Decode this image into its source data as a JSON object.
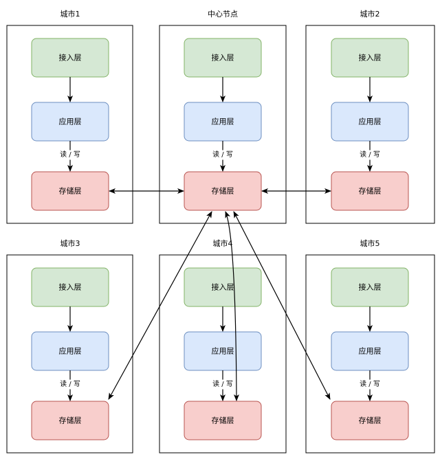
{
  "colors": {
    "access": {
      "fill": "#d5e8d4",
      "stroke": "#82b366"
    },
    "app": {
      "fill": "#dae8fc",
      "stroke": "#6c8ebf"
    },
    "storage": {
      "fill": "#f8cecc",
      "stroke": "#b85450"
    },
    "line": "#000000"
  },
  "layers": {
    "access": "接入层",
    "app": "应用层",
    "storage": "存储层"
  },
  "edge_label": "读 / 写",
  "regions": [
    {
      "id": "city1",
      "title": "城市1"
    },
    {
      "id": "center",
      "title": "中心节点"
    },
    {
      "id": "city2",
      "title": "城市2"
    },
    {
      "id": "city3",
      "title": "城市3"
    },
    {
      "id": "city4",
      "title": "城市4"
    },
    {
      "id": "city5",
      "title": "城市5"
    }
  ]
}
